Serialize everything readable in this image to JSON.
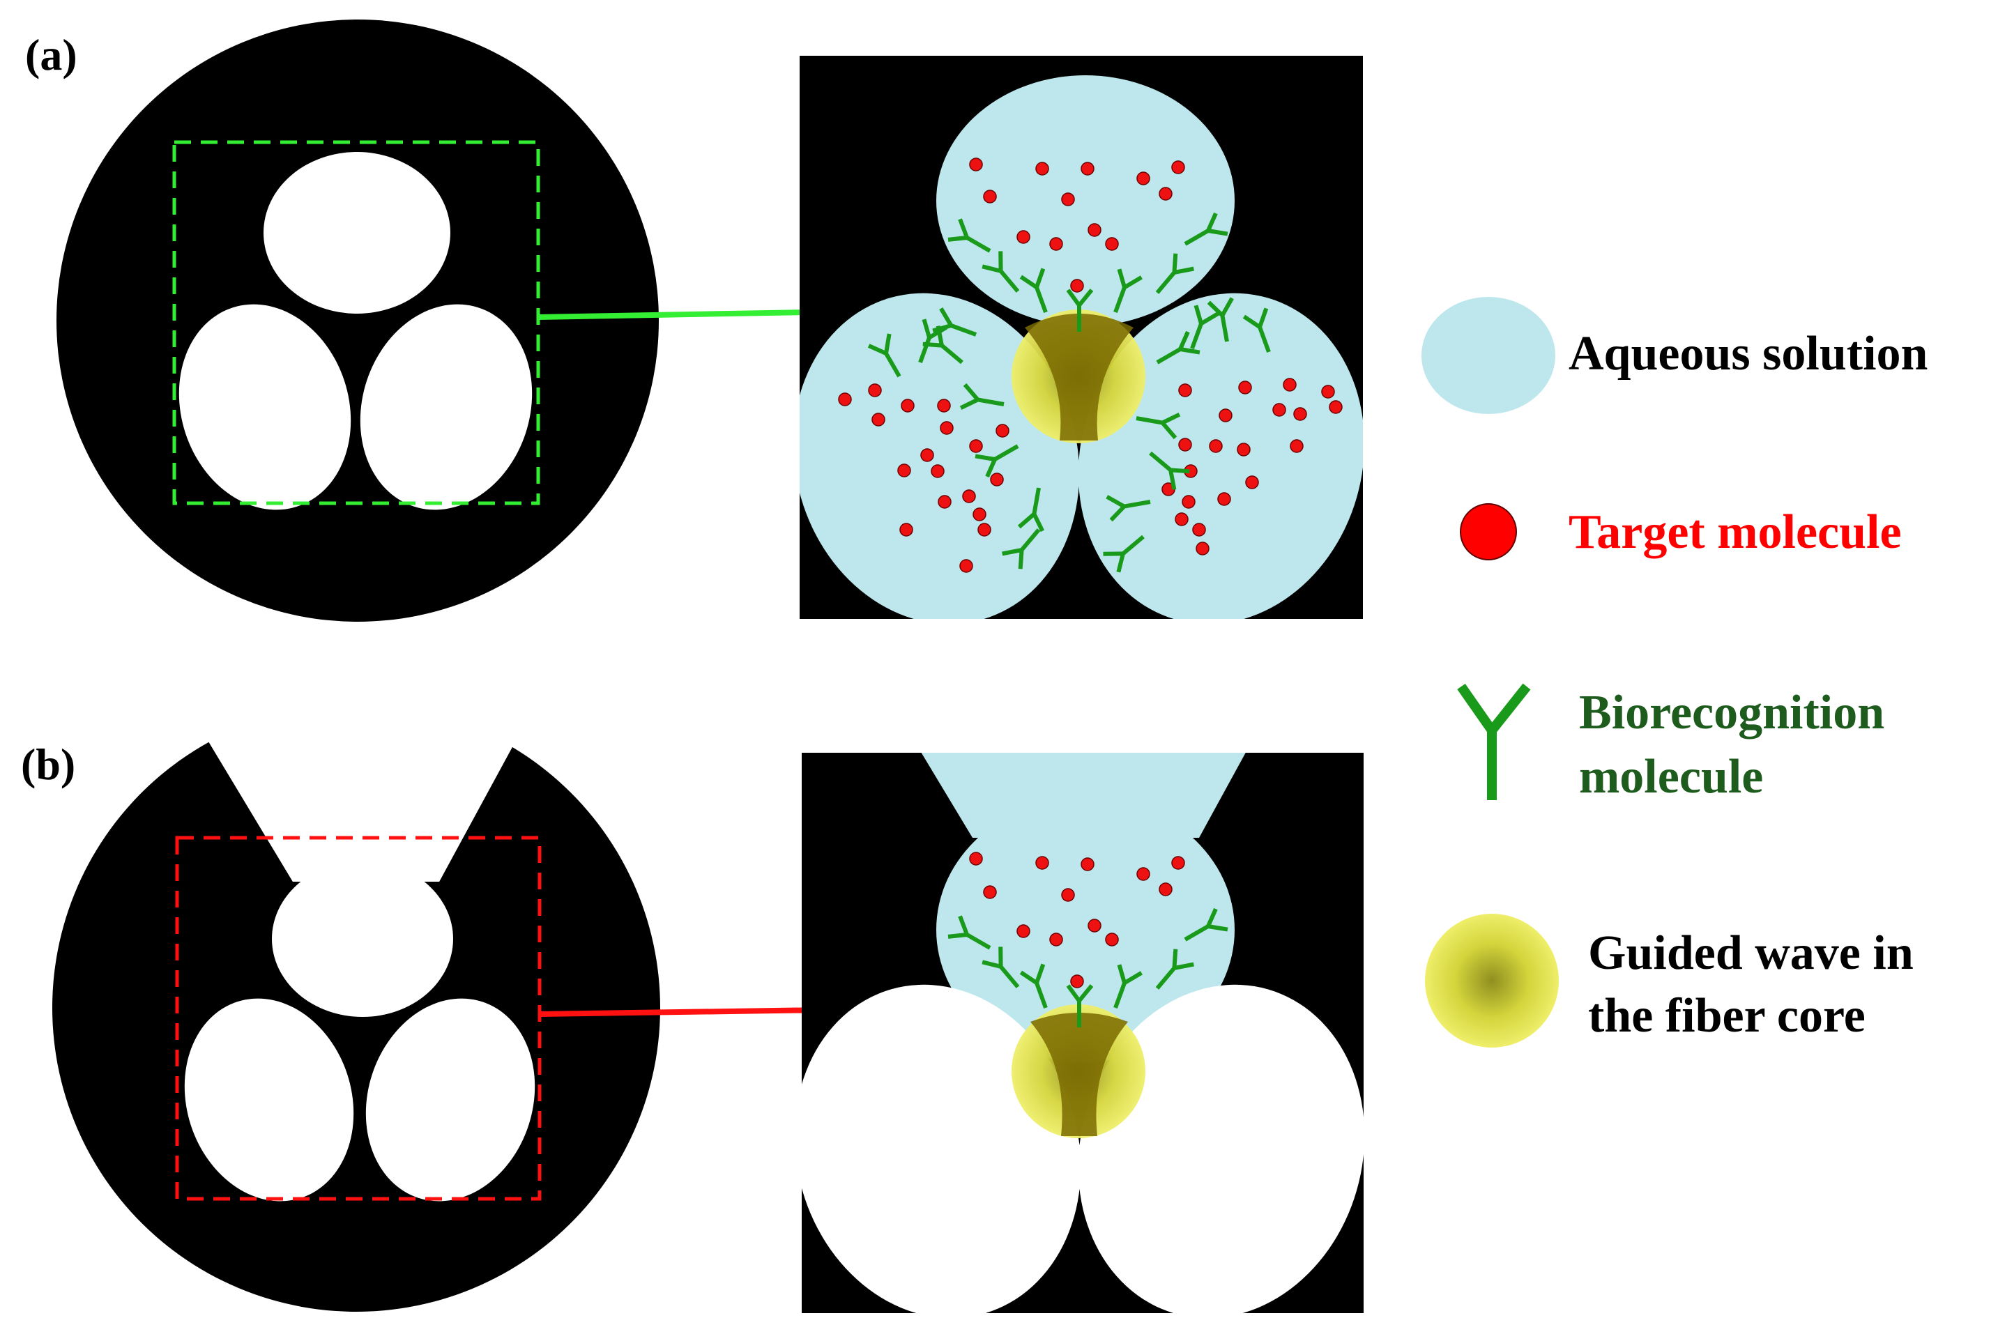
{
  "panels": {
    "a": {
      "label": "(a)"
    },
    "b": {
      "label": "(b)"
    }
  },
  "legend": {
    "aqueous": {
      "text": "Aqueous solution",
      "color": "#000000"
    },
    "target": {
      "text": "Target molecule",
      "color": "#ff0000"
    },
    "biorecognition": {
      "line1": "Biorecognition",
      "line2": "molecule",
      "color": "#1e5c1e"
    },
    "guided": {
      "line1": "Guided wave in",
      "line2": "the fiber core",
      "color": "#000000"
    }
  },
  "colors": {
    "fiber": "#000000",
    "hole": "#ffffff",
    "solution": "#bde7ec",
    "target": "#ff0000",
    "antibody": "#1a9a1a",
    "guided_wave": "#eaea44",
    "core": "#7a6a00",
    "box_a": "#33ee33",
    "box_b": "#ff1111",
    "arrow_a": "#33ee33",
    "arrow_b": "#ff1111"
  },
  "icons": [
    "aqueous-solution-swatch",
    "target-molecule-dot",
    "biorecognition-y-icon",
    "guided-wave-swatch"
  ]
}
